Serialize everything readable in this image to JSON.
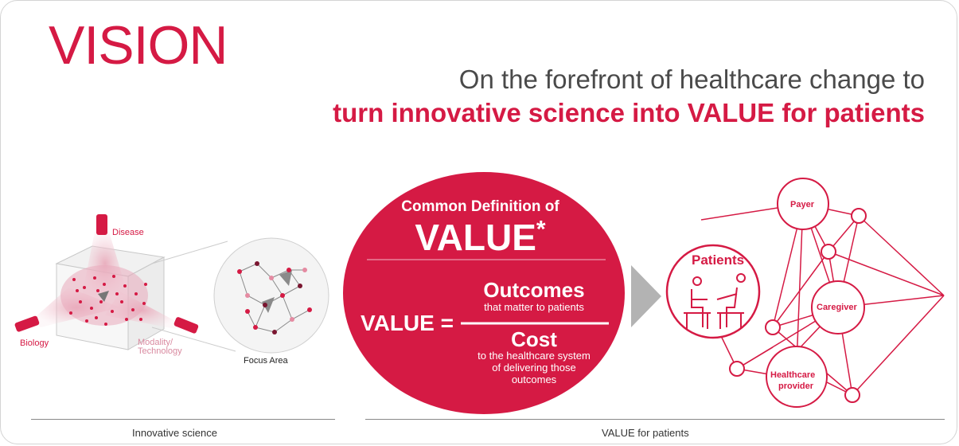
{
  "header": {
    "title": "VISION",
    "subtitle_line1": "On the forefront of healthcare change to",
    "subtitle_line2": "turn innovative science into VALUE for patients"
  },
  "left_panel": {
    "labels": {
      "disease": "Disease",
      "biology": "Biology",
      "modality": "Modality/\nTechnology",
      "focus_area": "Focus Area"
    },
    "bottom_label": "Innovative science"
  },
  "value_circle": {
    "heading": "Common Definition of",
    "value_word": "VALUE",
    "asterisk": "*",
    "equation_lhs": "VALUE =",
    "numerator_title": "Outcomes",
    "numerator_sub": "that matter to patients",
    "denominator_title": "Cost",
    "denominator_sub_line1": "to the healthcare system",
    "denominator_sub_line2": "of delivering those",
    "denominator_sub_line3": "outcomes"
  },
  "right_panel": {
    "patients": "Patients",
    "payer": "Payer",
    "caregiver": "Caregiver",
    "provider_line1": "Healthcare",
    "provider_line2": "provider",
    "bottom_label": "VALUE for patients"
  },
  "colors": {
    "brand_red": "#d51a44",
    "text_gray": "#4a4a4a",
    "arrow_gray": "#b3b3b3"
  }
}
